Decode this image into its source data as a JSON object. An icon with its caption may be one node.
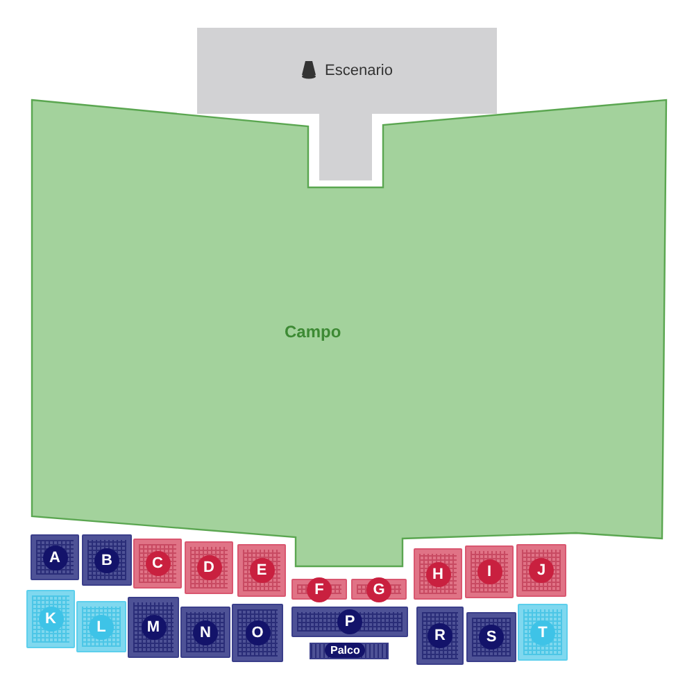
{
  "diagram": {
    "nodes": [
      {
        "text": [
          "Escenario"
        ]
      },
      {
        "text": [
          "Campo"
        ]
      },
      {
        "text": [
          "A"
        ]
      },
      {
        "text": [
          "B"
        ]
      },
      {
        "text": [
          "C"
        ]
      },
      {
        "text": [
          "D"
        ]
      },
      {
        "text": [
          "E"
        ]
      },
      {
        "text": [
          "F"
        ]
      },
      {
        "text": [
          "G"
        ]
      },
      {
        "text": [
          "H"
        ]
      },
      {
        "text": [
          "I"
        ]
      },
      {
        "text": [
          "J"
        ]
      },
      {
        "text": [
          "K"
        ]
      },
      {
        "text": [
          "L"
        ]
      },
      {
        "text": [
          "M"
        ]
      },
      {
        "text": [
          "N"
        ]
      },
      {
        "text": [
          "O"
        ]
      },
      {
        "text": [
          "P"
        ]
      },
      {
        "text": [
          "Palco"
        ]
      },
      {
        "text": [
          "R"
        ]
      },
      {
        "text": [
          "S"
        ]
      },
      {
        "text": [
          "T"
        ]
      }
    ]
  }
}
